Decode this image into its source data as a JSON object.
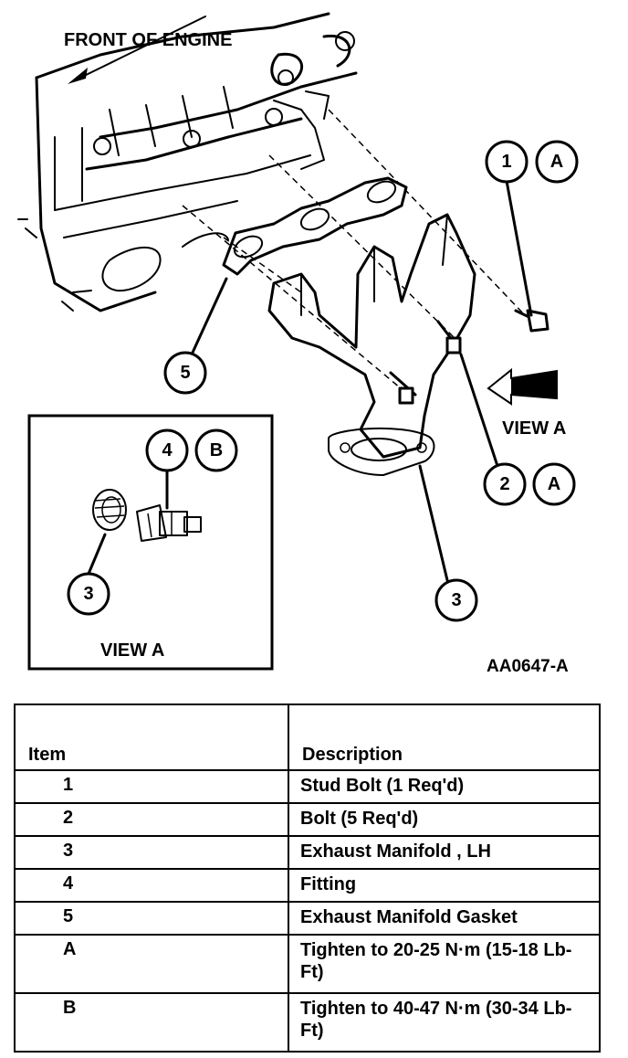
{
  "diagram": {
    "front_label": "FRONT OF ENGINE",
    "view_label": "VIEW A",
    "inset_view_label": "VIEW A",
    "figure_id": "AA0647-A",
    "callouts": [
      {
        "id": "c1",
        "text": "1"
      },
      {
        "id": "cA1",
        "text": "A"
      },
      {
        "id": "c2",
        "text": "2"
      },
      {
        "id": "cA2",
        "text": "A"
      },
      {
        "id": "c3",
        "text": "3"
      },
      {
        "id": "c5",
        "text": "5"
      },
      {
        "id": "c4",
        "text": "4"
      },
      {
        "id": "cB",
        "text": "B"
      },
      {
        "id": "c3b",
        "text": "3"
      }
    ]
  },
  "table": {
    "headers": {
      "item": "Item",
      "description": "Description"
    },
    "rows": [
      {
        "item": "1",
        "description": "Stud Bolt (1 Req'd)"
      },
      {
        "item": "2",
        "description": "Bolt (5 Req'd)"
      },
      {
        "item": "3",
        "description": "Exhaust Manifold , LH"
      },
      {
        "item": "4",
        "description": "Fitting"
      },
      {
        "item": "5",
        "description": "Exhaust Manifold Gasket"
      },
      {
        "item": "A",
        "description": "Tighten to 20-25 N·m (15-18 Lb-Ft)"
      },
      {
        "item": "B",
        "description": "Tighten to 40-47 N·m (30-34 Lb-Ft)"
      }
    ]
  }
}
